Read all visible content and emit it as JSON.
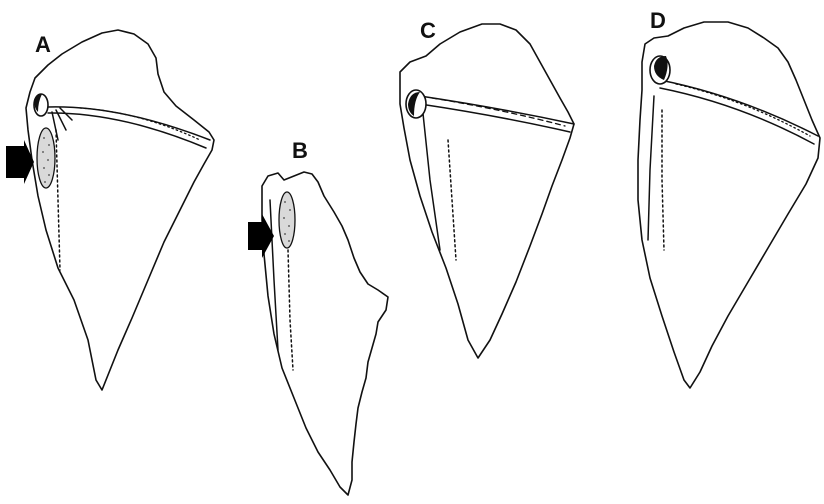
{
  "figure": {
    "panels": [
      {
        "id": "A",
        "label": "A"
      },
      {
        "id": "B",
        "label": "B"
      },
      {
        "id": "C",
        "label": "C"
      },
      {
        "id": "D",
        "label": "D"
      }
    ]
  },
  "colors": {
    "line": "#111111",
    "lesion_fill": "#d9d9d9",
    "arrow": "#000000",
    "background": "#ffffff"
  }
}
